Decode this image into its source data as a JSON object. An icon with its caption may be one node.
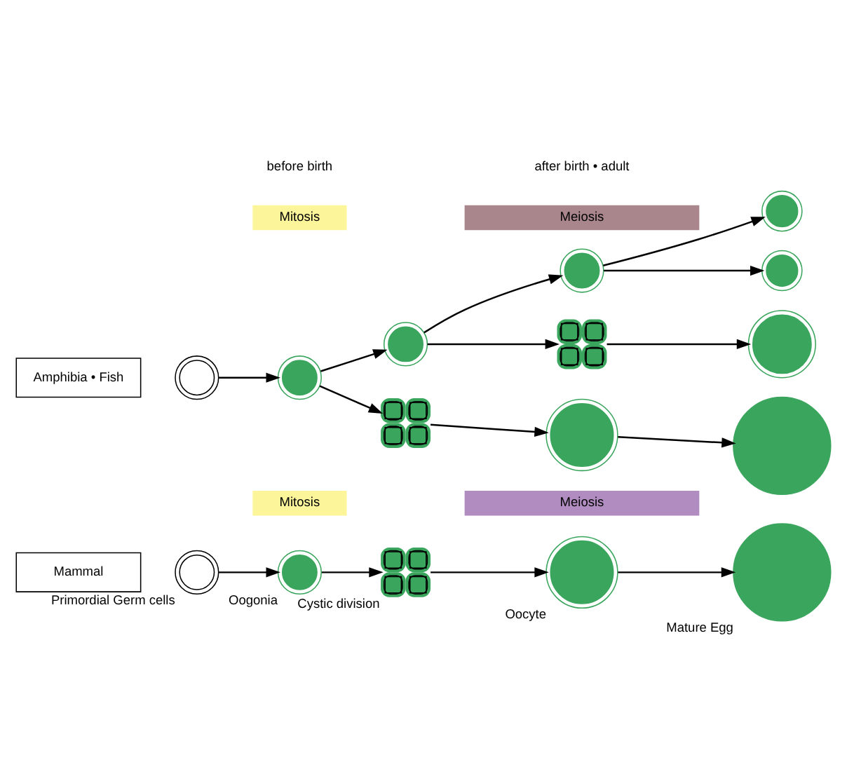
{
  "diagram": {
    "nodes": [
      {
        "text": [
          "Mammal"
        ]
      },
      {
        "text": [],
        "shape": "circle",
        "beside": [
          "Primordial Germ cells"
        ]
      },
      {
        "text": [],
        "shape": "circle",
        "beside": [
          "Oogonia"
        ]
      },
      {
        "text": [],
        "shape": "picture",
        "beside": [
          "Cystic division"
        ]
      },
      {
        "text": [],
        "shape": "circle",
        "beside": [
          "Oocyte"
        ]
      },
      {
        "text": [],
        "shape": "circle",
        "beside": [
          "Mature Egg"
        ]
      },
      {
        "text": [
          "Mitosis"
        ]
      },
      {
        "text": [
          "Meiosis"
        ]
      },
      {
        "text": [
          "Amphibia • Fish"
        ]
      },
      {
        "text": [
          "Mitosis"
        ]
      },
      {
        "text": [
          "Meiosis"
        ]
      },
      {
        "text": [],
        "shape": "circle"
      },
      {
        "text": [],
        "shape": "circle"
      },
      {
        "text": [],
        "shape": "circle"
      },
      {
        "text": [],
        "shape": "picture"
      },
      {
        "text": [],
        "shape": "circle"
      },
      {
        "text": [],
        "shape": "picture"
      },
      {
        "text": [],
        "shape": "circle"
      },
      {
        "text": [],
        "shape": "circle"
      },
      {
        "text": [],
        "shape": "circle"
      },
      {
        "text": [],
        "shape": "circle"
      },
      {
        "text": [],
        "shape": "circle"
      }
    ],
    "edges": [
      {
        "from": 1,
        "to": 2,
        "arrow": "to"
      },
      {
        "from": 2,
        "to": 3,
        "arrow": "to"
      },
      {
        "from": 3,
        "to": 4,
        "arrow": "to"
      },
      {
        "from": 4,
        "to": 5,
        "arrow": "to"
      },
      {
        "from": 11,
        "to": 12,
        "arrow": "to"
      },
      {
        "from": 12,
        "to": 13,
        "arrow": "to"
      },
      {
        "from": 12,
        "to": 14,
        "arrow": "to"
      },
      {
        "from": 13,
        "to": 15,
        "arrow": "to"
      },
      {
        "from": 13,
        "to": 16,
        "arrow": "to"
      },
      {
        "from": 15,
        "to": 18,
        "arrow": "to"
      },
      {
        "from": 15,
        "to": 19,
        "arrow": "to"
      },
      {
        "from": 16,
        "to": 20,
        "arrow": "to"
      },
      {
        "from": 14,
        "to": 17,
        "arrow": "to"
      },
      {
        "from": 17,
        "to": 21,
        "arrow": "to"
      }
    ],
    "labels": [
      "before birth",
      "after birth • adult"
    ]
  }
}
